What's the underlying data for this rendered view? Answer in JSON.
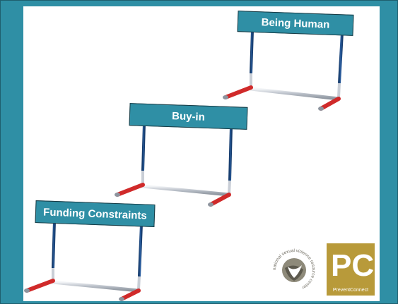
{
  "hurdles": [
    {
      "label": "Being Human"
    },
    {
      "label": "Buy-in"
    },
    {
      "label": "Funding Constraints"
    }
  ],
  "logos": {
    "nsvrc_text": "national sexual violence resource center",
    "pc_mark": "PC",
    "pc_caption": "PreventConnect"
  },
  "colors": {
    "frame": "#2f8fa5",
    "post": "#1f4f8a",
    "foot": "#d02a2a",
    "rail": "#c9ced6",
    "pc_gold": "#b89a3a"
  }
}
